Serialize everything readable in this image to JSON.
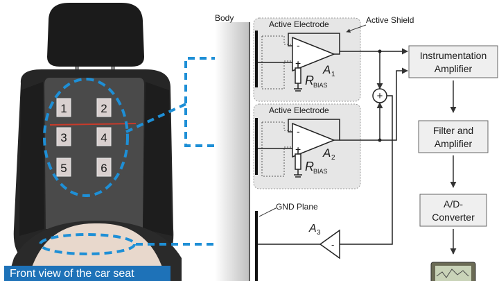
{
  "photo": {
    "caption": "Front view of the car seat",
    "electrode_labels": [
      "1",
      "2",
      "3",
      "4",
      "5",
      "6"
    ]
  },
  "diagram": {
    "body_label": "Body",
    "active_shield_label": "Active Shield",
    "active_electrode_1_label": "Active Electrode",
    "active_electrode_2_label": "Active Electrode",
    "amp_a1_letter": "A",
    "amp_a1_sub": "1",
    "amp_a2_letter": "A",
    "amp_a2_sub": "2",
    "amp_a3_letter": "A",
    "amp_a3_sub": "3",
    "rbias_1_letter": "R",
    "rbias_1_sub": "BIAS",
    "rbias_2_letter": "R",
    "rbias_2_sub": "BIAS",
    "gnd_plane_label": "GND Plane",
    "opamp_minus": "-",
    "opamp_plus": "+",
    "summer_symbol": "+",
    "blocks": {
      "instrumentation_line1": "Instrumentation",
      "instrumentation_line2": "Amplifier",
      "filter_line1": "Filter and",
      "filter_line2": "Amplifier",
      "adc_line1": "A/D-",
      "adc_line2": "Converter"
    }
  },
  "colors": {
    "accent_blue": "#1e8fd6",
    "caption_bg": "#1e72b8",
    "electrode_red": "#d22222",
    "block_fill": "#efefef",
    "electrode_box_fill": "#e6e6e6"
  }
}
